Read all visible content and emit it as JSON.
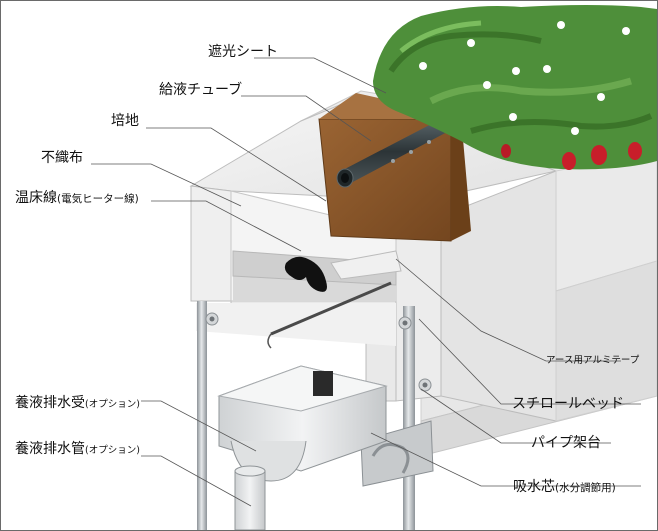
{
  "labels": {
    "shade_sheet": "遮光シート",
    "feed_tube": "給液チューブ",
    "medium": "培地",
    "nonwoven": "不織布",
    "heater_main": "温床線",
    "heater_note": "(電気ヒーター線)",
    "alu_tape": "アース用アルミテープ",
    "styrofoam_bed": "スチロールベッド",
    "pipe_stand": "パイプ架台",
    "wick_main": "吸水芯",
    "wick_note": "(水分調節用)",
    "drain_receiver_main": "養液排水受",
    "drain_receiver_note": "(オプション)",
    "drain_pipe_main": "養液排水管",
    "drain_pipe_note": "(オプション)"
  },
  "colors": {
    "foam": "#e6e6e6",
    "soil": "#8a5a2c",
    "tube": "#3a4448",
    "leaf": "#4e8f3a",
    "berry": "#c81e2a",
    "pipe": "#b9bec2"
  }
}
